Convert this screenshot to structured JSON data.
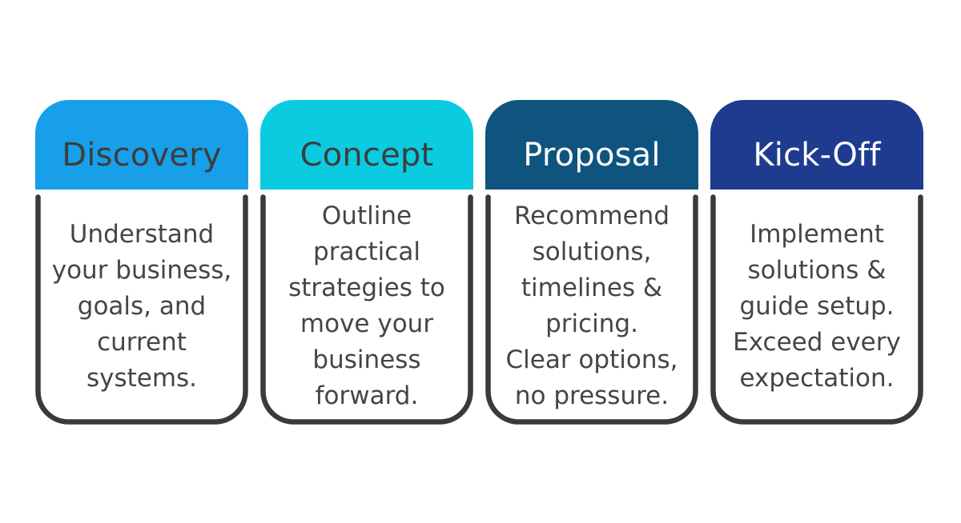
{
  "diagram": {
    "background": "#FFFFFF",
    "border_color": "#3A3A3A",
    "body_text_color": "#454545"
  },
  "cards": [
    {
      "title": "Discovery",
      "header_color": "#189FE9",
      "title_color": "#3D3D3D",
      "description": "Understand\nyour business,\ngoals, and\ncurrent\nsystems."
    },
    {
      "title": "Concept",
      "header_color": "#0BCBE1",
      "title_color": "#3D3D3D",
      "description": "Outline\npractical\nstrategies to\nmove your\nbusiness\nforward."
    },
    {
      "title": "Proposal",
      "header_color": "#0F547E",
      "title_color": "#FFFFFF",
      "description": "Recommend\nsolutions,\ntimelines &\npricing.\nClear options,\nno pressure."
    },
    {
      "title": "Kick-Off",
      "header_color": "#1E3B8F",
      "title_color": "#FFFFFF",
      "description": "Implement\nsolutions &\nguide setup.\nExceed every\nexpectation."
    }
  ]
}
